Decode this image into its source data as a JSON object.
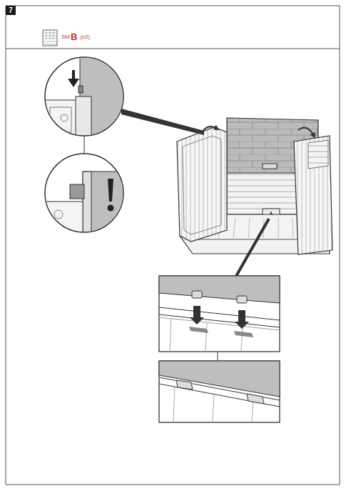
{
  "diagram": {
    "labels": [
      "7",
      "SM",
      "B",
      "(x2)"
    ]
  }
}
